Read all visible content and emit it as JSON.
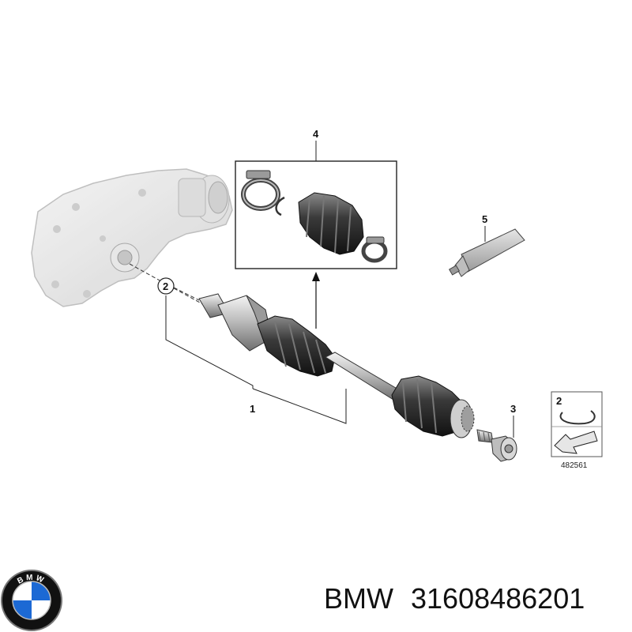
{
  "diagram": {
    "callouts": [
      "1",
      "2",
      "3",
      "4",
      "5"
    ],
    "inset": {
      "callout": "2",
      "code": "482561"
    }
  },
  "footer": {
    "brand": "BMW",
    "part_number": "31608486201"
  },
  "logo": {
    "lettering": "BMW",
    "colors": {
      "blue": "#1c69d4",
      "white": "#ffffff",
      "black": "#111111"
    }
  }
}
